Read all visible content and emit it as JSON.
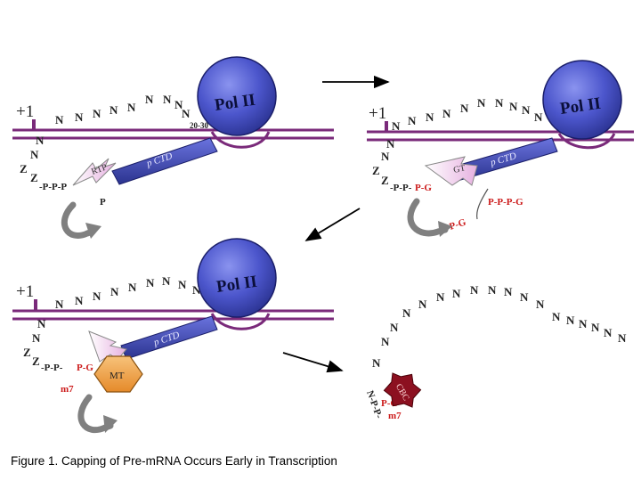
{
  "caption": "Figure 1.  Capping of Pre-mRNA Occurs Early in Transcription",
  "labels": {
    "pol2": "Pol II",
    "plus1": "+1",
    "nt": "N",
    "n2030": "20-30",
    "pctd": "p CTD",
    "rtp": "RTP",
    "gt": "GT",
    "mt": "MT",
    "cbc": "CBC",
    "p": "P",
    "pg": "P-G",
    "ppg": "P-P-P-G",
    "m7": "m7",
    "ppp": "-P-P-P",
    "pp": "-P-P-",
    "n_pp": "N-P-P-",
    "zz": "Z"
  },
  "colors": {
    "pol2": "#3d47b8",
    "dna": "#7a2a7a",
    "red_text": "#cc1b1b",
    "mt_fill": "#f2a14a",
    "cbc_fill": "#8c1020",
    "arrow_gray": "#808080"
  }
}
